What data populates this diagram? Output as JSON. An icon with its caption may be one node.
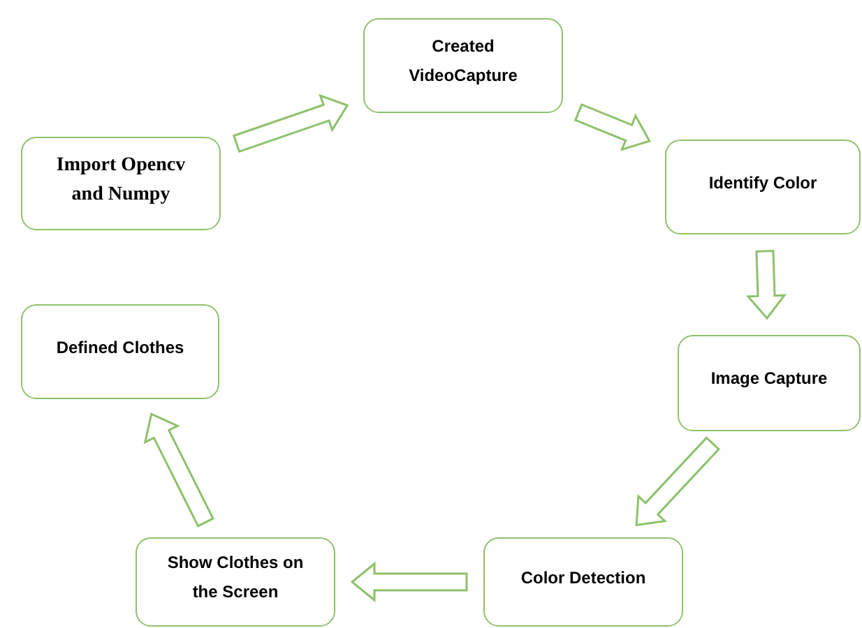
{
  "diagram": {
    "nodes": [
      {
        "text": [
          "Import Opencv and Numpy"
        ]
      },
      {
        "text": [
          "Created VideoCapture"
        ]
      },
      {
        "text": [
          "Identify Color"
        ]
      },
      {
        "text": [
          "Image Capture"
        ]
      },
      {
        "text": [
          "Color Detection"
        ]
      },
      {
        "text": [
          "Show Clothes on the Screen"
        ]
      },
      {
        "text": [
          "Defined Clothes"
        ]
      }
    ],
    "edges": [
      {
        "from": 0,
        "to": 1,
        "arrow": "to"
      },
      {
        "from": 1,
        "to": 2,
        "arrow": "to"
      },
      {
        "from": 2,
        "to": 3,
        "arrow": "to"
      },
      {
        "from": 3,
        "to": 4,
        "arrow": "to"
      },
      {
        "from": 4,
        "to": 5,
        "arrow": "to"
      },
      {
        "from": 5,
        "to": 6,
        "arrow": "to"
      }
    ]
  }
}
